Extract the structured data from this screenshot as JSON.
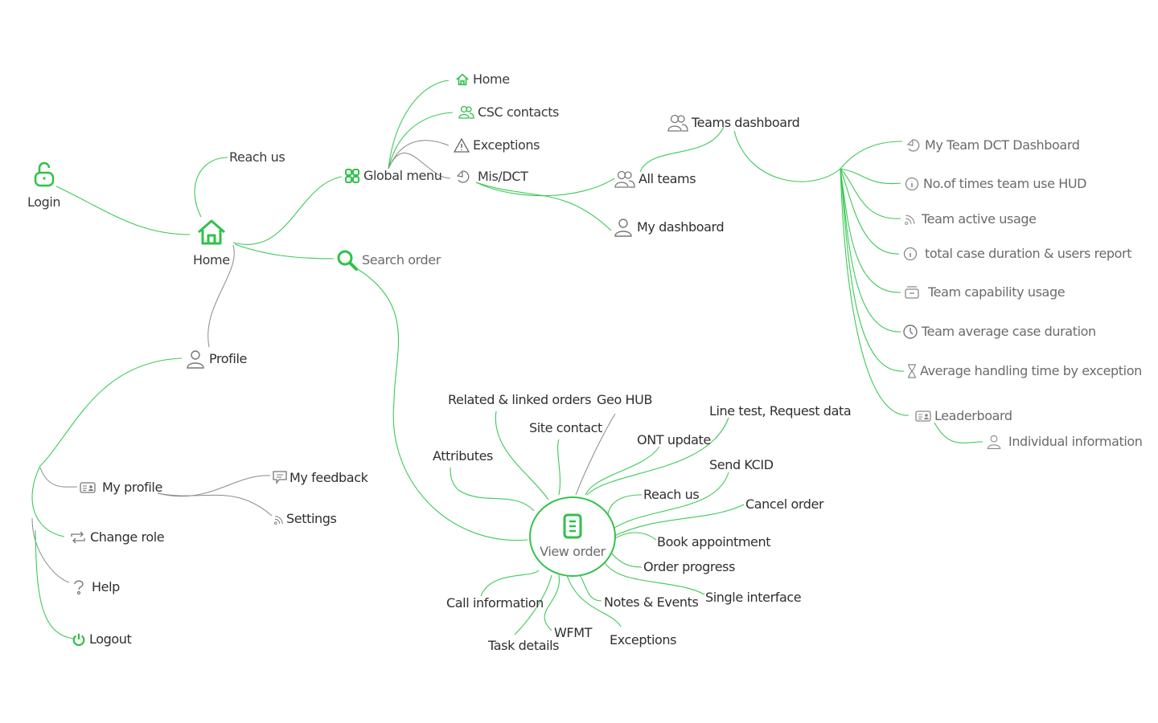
{
  "theme": {
    "accent": "#2ec24a",
    "line_green": "#3cc957",
    "line_grey": "#8a8a8a",
    "text": "#3a3a3a",
    "text_muted": "#6b6b6b"
  },
  "nodes": {
    "login": {
      "label": "Login",
      "icon": "unlock-icon"
    },
    "home": {
      "label": "Home",
      "icon": "home-icon"
    },
    "reach_us_top": {
      "label": "Reach us"
    },
    "global_menu": {
      "label": "Global menu",
      "icon": "grid-icon"
    },
    "search_order": {
      "label": "Search order",
      "icon": "search-icon"
    },
    "profile": {
      "label": "Profile",
      "icon": "user-icon"
    },
    "global_children": [
      {
        "label": "Home",
        "icon": "home-icon"
      },
      {
        "label": "CSC contacts",
        "icon": "users-icon"
      },
      {
        "label": "Exceptions",
        "icon": "warning-icon"
      },
      {
        "label": "Mis/DCT",
        "icon": "pie-chart-icon"
      }
    ],
    "all_teams": {
      "label": "All teams",
      "icon": "users-icon"
    },
    "my_dashboard": {
      "label": "My dashboard",
      "icon": "user-icon"
    },
    "teams_dashboard": {
      "label": "Teams dashboard",
      "icon": "users-icon"
    },
    "team_children": [
      {
        "label": "My Team DCT  Dashboard",
        "icon": "pie-chart-icon"
      },
      {
        "label": "No.of  times team use HUD",
        "icon": "info-icon"
      },
      {
        "label": "Team active usage",
        "icon": "rss-icon"
      },
      {
        "label": "total case duration & users report",
        "icon": "info-icon"
      },
      {
        "label": "Team capability usage",
        "icon": "archive-icon"
      },
      {
        "label": "Team average case duration",
        "icon": "clock-icon"
      },
      {
        "label": "Average handling time by exception",
        "icon": "hourglass-icon"
      },
      {
        "label": "Leaderboard",
        "icon": "id-card-icon"
      }
    ],
    "individual_information": {
      "label": "Individual  information",
      "icon": "user-icon"
    },
    "profile_children": [
      {
        "label": "My profile",
        "icon": "id-card-icon"
      },
      {
        "label": "Change role",
        "icon": "swap-icon"
      },
      {
        "label": "Help",
        "icon": "question-icon"
      },
      {
        "label": "Logout",
        "icon": "power-icon"
      }
    ],
    "my_profile_children": [
      {
        "label": "My feedback",
        "icon": "chat-icon"
      },
      {
        "label": "Settings",
        "icon": "rss-icon"
      }
    ],
    "view_order": {
      "label": "View order",
      "icon": "document-icon"
    },
    "view_order_children": [
      "Related & linked orders",
      "Geo HUB",
      "Site contact",
      "Attributes",
      "ONT update",
      "Line test, Request data",
      "Send KCID",
      "Reach us",
      "Cancel order",
      "Book appointment",
      "Order progress",
      "Single interface",
      "Notes & Events",
      "Exceptions",
      "WFMT",
      "Task details",
      "Call information"
    ]
  }
}
